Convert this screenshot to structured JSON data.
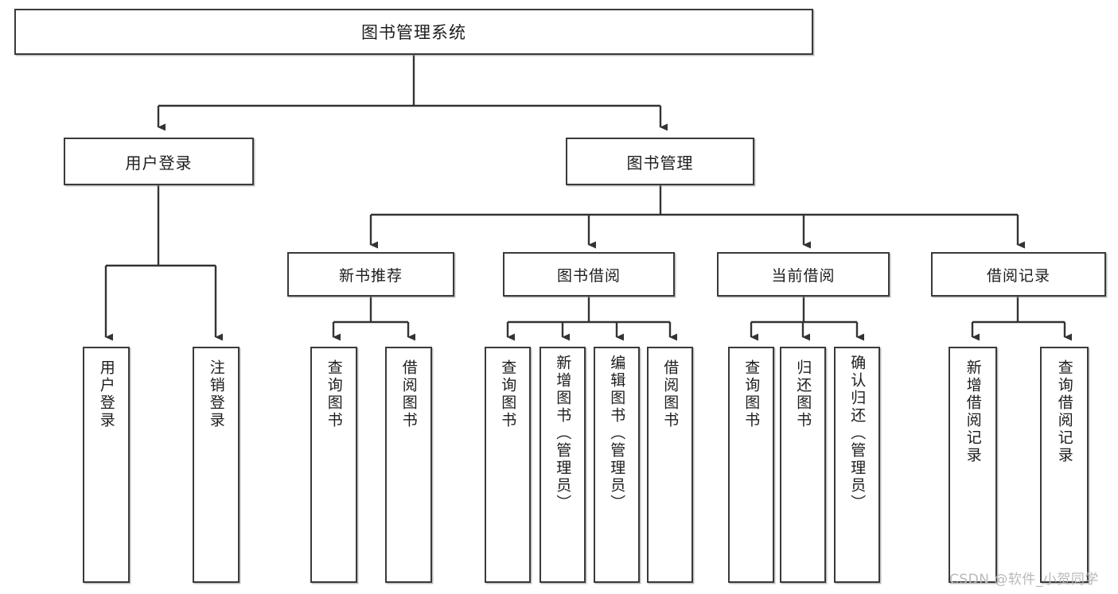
{
  "diagram": {
    "title": "图书管理系统",
    "type": "tree",
    "watermark": "CSDN @软件_小贺同学",
    "colors": {
      "background": "#ffffff",
      "node_border": "#3a3a3a",
      "node_fill": "#ffffff",
      "edge": "#333333",
      "watermark": "#b9b9b9"
    },
    "nodes": {
      "root": {
        "label": "图书管理系统",
        "level": 1
      },
      "user_login": {
        "label": "用户登录",
        "level": 2
      },
      "book_manage": {
        "label": "图书管理",
        "level": 2
      },
      "new_book_rec": {
        "label": "新书推荐",
        "level": 3
      },
      "book_borrow": {
        "label": "图书借阅",
        "level": 3
      },
      "current_borrow": {
        "label": "当前借阅",
        "level": 3
      },
      "borrow_record": {
        "label": "借阅记录",
        "level": 3
      }
    },
    "leaves": {
      "user_login": [
        {
          "label": "用户登录"
        },
        {
          "label": "注销登录"
        }
      ],
      "new_book_rec": [
        {
          "label": "查询图书"
        },
        {
          "label": "借阅图书"
        }
      ],
      "book_borrow": [
        {
          "label": "查询图书"
        },
        {
          "label": "新增图书（管理员）"
        },
        {
          "label": "编辑图书（管理员）"
        },
        {
          "label": "借阅图书"
        }
      ],
      "current_borrow": [
        {
          "label": "查询图书"
        },
        {
          "label": "归还图书"
        },
        {
          "label": "确认归还（管理员）"
        }
      ],
      "borrow_record": [
        {
          "label": "新增借阅记录"
        },
        {
          "label": "查询借阅记录"
        }
      ]
    }
  }
}
